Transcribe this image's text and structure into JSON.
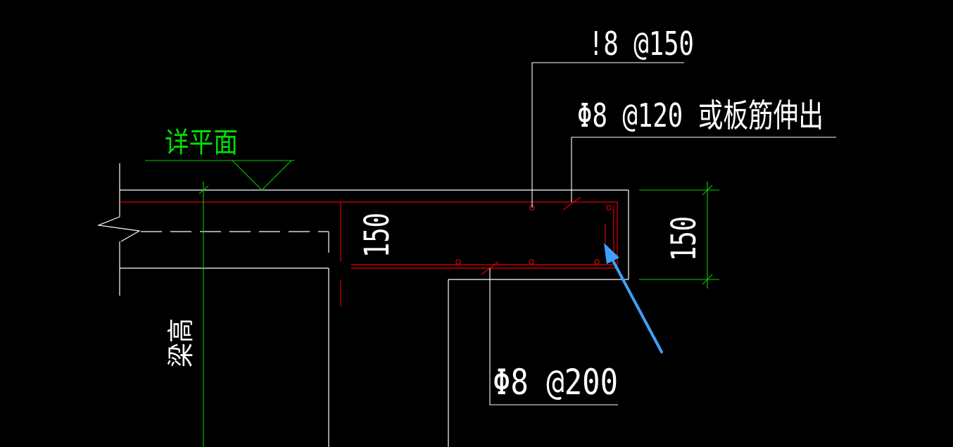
{
  "colors": {
    "background": "#000000",
    "concrete_outline": "#ffffff",
    "rebar": "#e00000",
    "dimension": "#00d000",
    "axis": "#00d000",
    "arrow": "#3ea0ff"
  },
  "labels": {
    "top_bar_callout": "!8 @150",
    "distribution_bar_callout": "Φ8 @120 或板筋伸出",
    "bottom_bar_callout": "Φ8 @200",
    "level_note": "详平面",
    "beam_height_note": "梁高",
    "inner_thickness_dim": "150",
    "outer_thickness_dim": "150"
  },
  "annotation": {
    "arrow_icon": "arrow-pointer-icon"
  }
}
